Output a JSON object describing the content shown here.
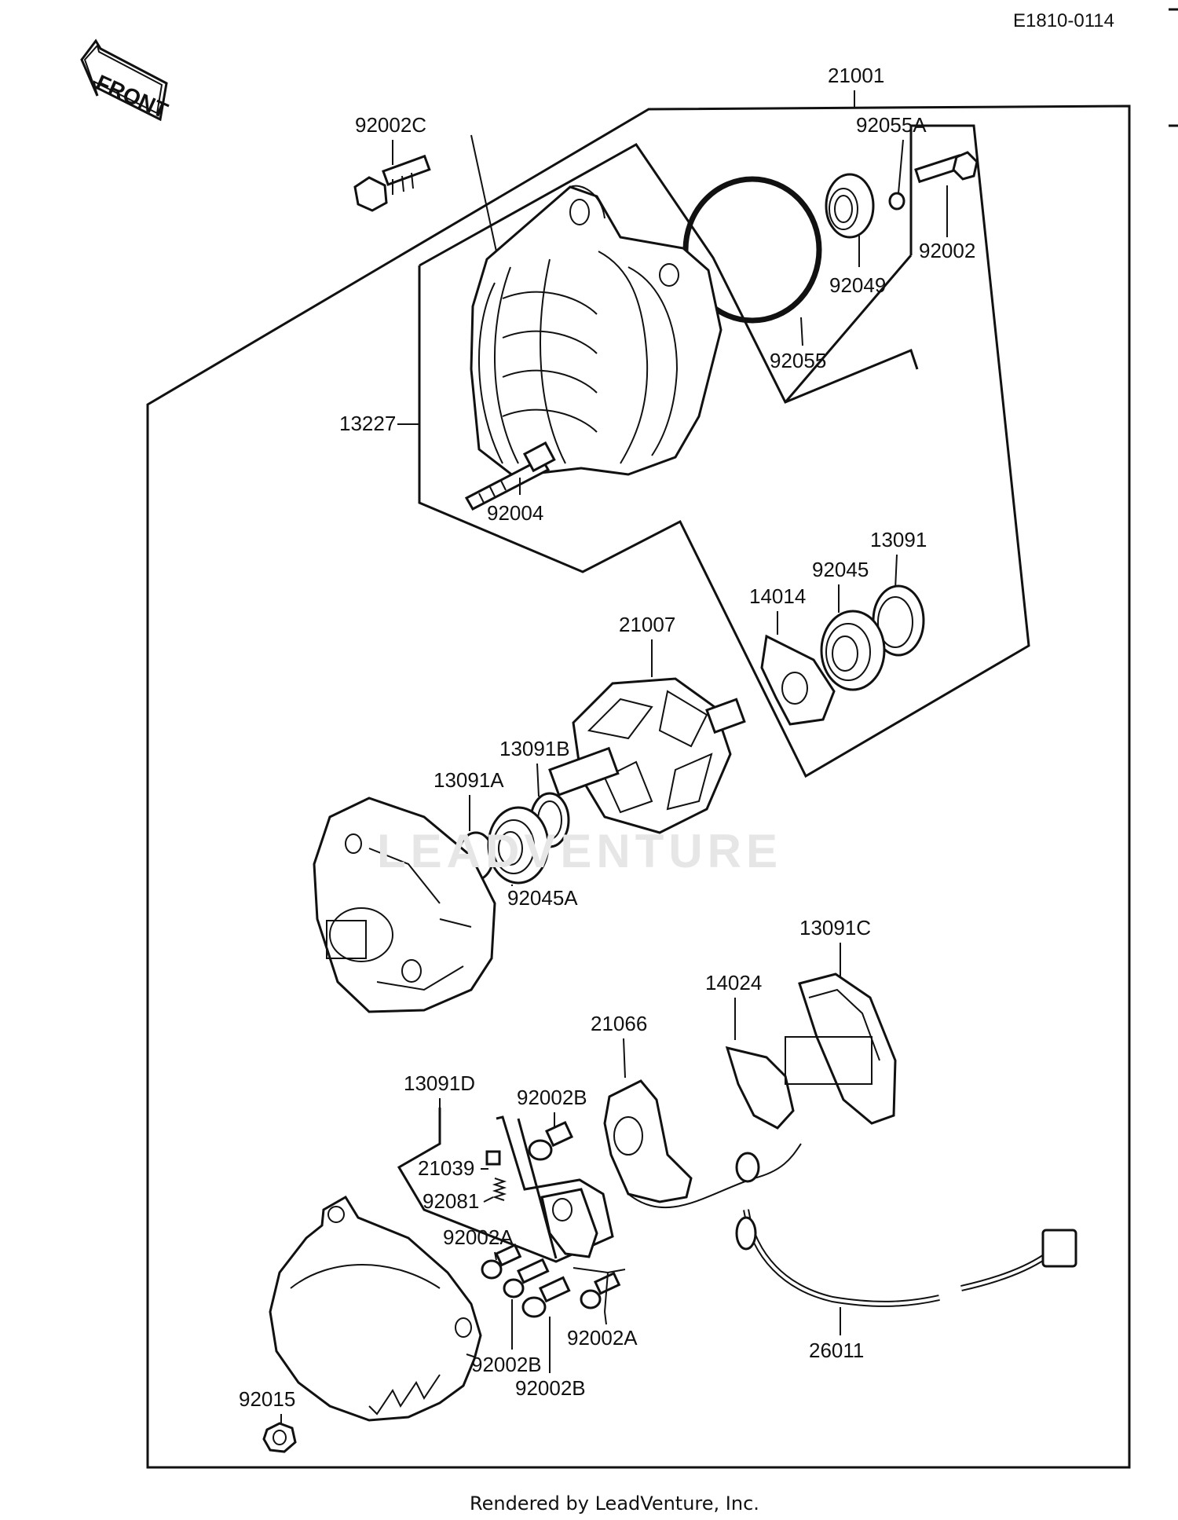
{
  "diagram": {
    "code": "E1810-0114",
    "front_label": "FRONT",
    "watermark": "LEADVENTURE",
    "footer": "Rendered by LeadVenture, Inc.",
    "labels": {
      "p21001": "21001",
      "p92002C": "92002C",
      "p92055A": "92055A",
      "p92002": "92002",
      "p92049": "92049",
      "p92055": "92055",
      "p13227": "13227",
      "p92004": "92004",
      "p13091": "13091",
      "p92045": "92045",
      "p14014": "14014",
      "p21007": "21007",
      "p13091B": "13091B",
      "p13091A": "13091A",
      "p92045A": "92045A",
      "p13091C": "13091C",
      "p14024": "14024",
      "p21066": "21066",
      "p13091D": "13091D",
      "p92002B_top": "92002B",
      "p21039": "21039",
      "p92081": "92081",
      "p92002A_left": "92002A",
      "p92002A_right": "92002A",
      "p92002B_left": "92002B",
      "p92002B_bottom": "92002B",
      "p26011": "26011",
      "p92015": "92015"
    }
  }
}
